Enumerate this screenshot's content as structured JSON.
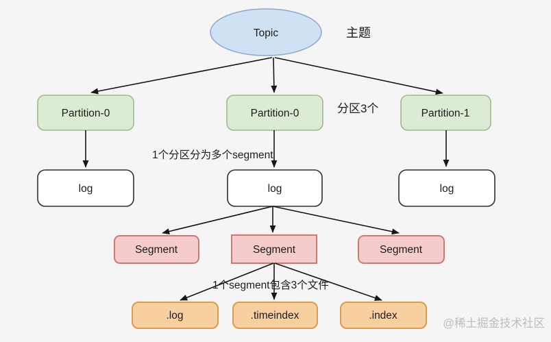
{
  "diagram": {
    "title": "Kafka topic storage structure diagram",
    "nodes": {
      "topic": "Topic",
      "partition_left": "Partition-0",
      "partition_middle": "Partition-0",
      "partition_right": "Partition-1",
      "log_left": "log",
      "log_middle": "log",
      "log_right": "log",
      "segment_left": "Segment",
      "segment_middle": "Segment",
      "segment_right": "Segment",
      "file_left": ".log",
      "file_middle": ".timeindex",
      "file_right": ".index"
    },
    "annotations": {
      "topic_note": "主题",
      "partition_note": "分区3个",
      "segment_note": "1个分区分为多个segment",
      "file_note": "1个segment包含3个文件"
    },
    "edges": [
      {
        "from": "topic",
        "to": "partition_left"
      },
      {
        "from": "topic",
        "to": "partition_middle"
      },
      {
        "from": "topic",
        "to": "partition_right"
      },
      {
        "from": "partition_left",
        "to": "log_left"
      },
      {
        "from": "partition_middle",
        "to": "log_middle"
      },
      {
        "from": "partition_right",
        "to": "log_right"
      },
      {
        "from": "log_middle",
        "to": "segment_left"
      },
      {
        "from": "log_middle",
        "to": "segment_middle"
      },
      {
        "from": "log_middle",
        "to": "segment_right"
      },
      {
        "from": "segment_middle",
        "to": "file_left"
      },
      {
        "from": "segment_middle",
        "to": "file_middle"
      },
      {
        "from": "segment_middle",
        "to": "file_right"
      }
    ],
    "watermark": "@稀土掘金技术社区",
    "colors": {
      "background": "#f5f5f5",
      "topic_fill": "#cfe2f3",
      "topic_border": "#8ea7cf",
      "partition_fill": "#dcebd3",
      "partition_border": "#a0ba8c",
      "log_fill": "#ffffff",
      "log_border": "#2f2f2f",
      "segment_fill": "#f5cccb",
      "segment_border": "#c97a72",
      "file_fill": "#f8d09f",
      "file_border": "#d99b4e",
      "edge": "#161616",
      "text": "#1b1b1b",
      "watermark": "#bdbdbd"
    }
  }
}
